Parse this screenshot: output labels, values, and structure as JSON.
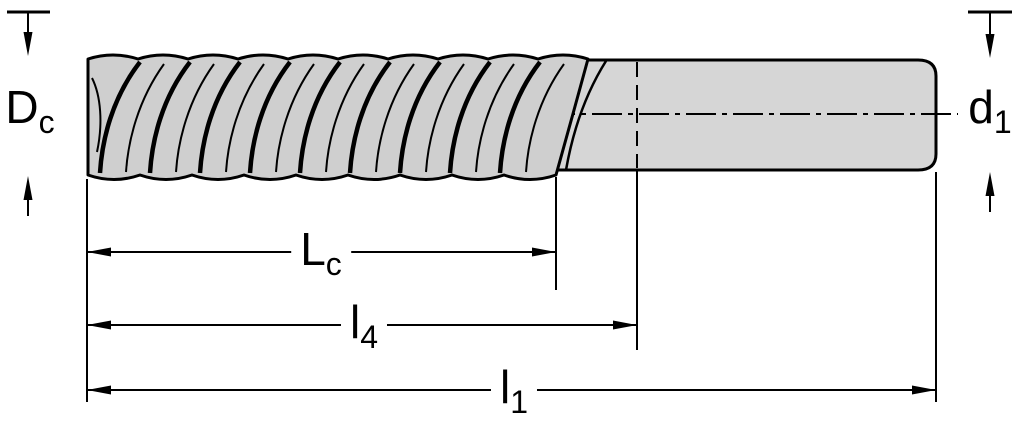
{
  "drawing": {
    "background": "#ffffff",
    "flute_fill": "#cfcfcf",
    "shank_fill": "#d6d6d6",
    "line_color": "#000000"
  },
  "dimensions": {
    "d_c": {
      "base": "D",
      "sub": "c"
    },
    "d_1": {
      "base": "d",
      "sub": "1"
    },
    "l_c": {
      "base": "L",
      "sub": "c"
    },
    "l_4": {
      "base": "l",
      "sub": "4"
    },
    "l_1": {
      "base": "l",
      "sub": "1"
    }
  }
}
